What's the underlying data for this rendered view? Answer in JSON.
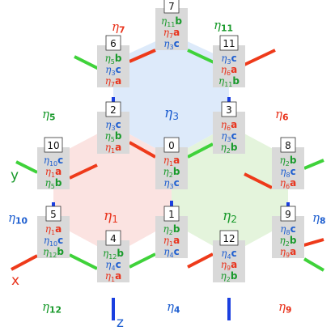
{
  "colors": {
    "red": "#e8331c",
    "green": "#1a9a2c",
    "blue": "#1f5fd0",
    "edge_red": "#ee3a1a",
    "edge_green": "#3fd23a",
    "edge_blue": "#1a3fe0",
    "cell_blue": "#ddeafa",
    "cell_red": "#fbe3e1",
    "cell_green": "#e4f4dc",
    "node_bg": "#d9d9d9",
    "box_border": "#333333"
  },
  "axes": {
    "x": "x",
    "y": "y",
    "z": "z"
  },
  "plaquettes": {
    "center": [
      {
        "id": "eta1",
        "sym": "η",
        "sub": "1",
        "color": "red"
      },
      {
        "id": "eta2",
        "sym": "η",
        "sub": "2",
        "color": "green"
      },
      {
        "id": "eta3",
        "sym": "η",
        "sub": "3",
        "color": "blue"
      }
    ],
    "outer": [
      {
        "id": "eta4",
        "sym": "η",
        "sub": "4",
        "color": "blue"
      },
      {
        "id": "eta5",
        "sym": "η",
        "sub": "5",
        "color": "green"
      },
      {
        "id": "eta6",
        "sym": "η",
        "sub": "6",
        "color": "red"
      },
      {
        "id": "eta7",
        "sym": "η",
        "sub": "7",
        "color": "red"
      },
      {
        "id": "eta8",
        "sym": "η",
        "sub": "8",
        "color": "blue"
      },
      {
        "id": "eta9",
        "sym": "η",
        "sub": "9",
        "color": "red"
      },
      {
        "id": "eta10",
        "sym": "η",
        "sub": "10",
        "color": "blue"
      },
      {
        "id": "eta11",
        "sym": "η",
        "sub": "11",
        "color": "green"
      },
      {
        "id": "eta12",
        "sym": "η",
        "sub": "12",
        "color": "green"
      }
    ]
  },
  "nodes": [
    {
      "num": "0",
      "rows": [
        {
          "sub": "1",
          "letter": "a",
          "color": "red"
        },
        {
          "sub": "2",
          "letter": "b",
          "color": "green"
        },
        {
          "sub": "3",
          "letter": "c",
          "color": "blue"
        }
      ]
    },
    {
      "num": "1",
      "rows": [
        {
          "sub": "2",
          "letter": "b",
          "color": "green"
        },
        {
          "sub": "1",
          "letter": "a",
          "color": "red"
        },
        {
          "sub": "4",
          "letter": "c",
          "color": "blue"
        }
      ]
    },
    {
      "num": "2",
      "rows": [
        {
          "sub": "3",
          "letter": "c",
          "color": "blue"
        },
        {
          "sub": "5",
          "letter": "b",
          "color": "green"
        },
        {
          "sub": "1",
          "letter": "a",
          "color": "red"
        }
      ]
    },
    {
      "num": "3",
      "rows": [
        {
          "sub": "6",
          "letter": "a",
          "color": "red"
        },
        {
          "sub": "3",
          "letter": "c",
          "color": "blue"
        },
        {
          "sub": "2",
          "letter": "b",
          "color": "green"
        }
      ]
    },
    {
      "num": "4",
      "rows": [
        {
          "sub": "12",
          "letter": "b",
          "color": "green"
        },
        {
          "sub": "4",
          "letter": "c",
          "color": "blue"
        },
        {
          "sub": "1",
          "letter": "a",
          "color": "red"
        }
      ]
    },
    {
      "num": "5",
      "rows": [
        {
          "sub": "1",
          "letter": "a",
          "color": "red"
        },
        {
          "sub": "10",
          "letter": "c",
          "color": "blue"
        },
        {
          "sub": "12",
          "letter": "b",
          "color": "green"
        }
      ]
    },
    {
      "num": "6",
      "rows": [
        {
          "sub": "5",
          "letter": "b",
          "color": "green"
        },
        {
          "sub": "3",
          "letter": "c",
          "color": "blue"
        },
        {
          "sub": "7",
          "letter": "a",
          "color": "red"
        }
      ]
    },
    {
      "num": "7",
      "rows": [
        {
          "sub": "11",
          "letter": "b",
          "color": "green"
        },
        {
          "sub": "7",
          "letter": "a",
          "color": "red"
        },
        {
          "sub": "3",
          "letter": "c",
          "color": "blue"
        }
      ]
    },
    {
      "num": "8",
      "rows": [
        {
          "sub": "2",
          "letter": "b",
          "color": "green"
        },
        {
          "sub": "8",
          "letter": "c",
          "color": "blue"
        },
        {
          "sub": "6",
          "letter": "a",
          "color": "red"
        }
      ]
    },
    {
      "num": "9",
      "rows": [
        {
          "sub": "8",
          "letter": "c",
          "color": "blue"
        },
        {
          "sub": "2",
          "letter": "b",
          "color": "green"
        },
        {
          "sub": "9",
          "letter": "a",
          "color": "red"
        }
      ]
    },
    {
      "num": "10",
      "rows": [
        {
          "sub": "10",
          "letter": "c",
          "color": "blue"
        },
        {
          "sub": "1",
          "letter": "a",
          "color": "red"
        },
        {
          "sub": "5",
          "letter": "b",
          "color": "green"
        }
      ]
    },
    {
      "num": "11",
      "rows": [
        {
          "sub": "3",
          "letter": "c",
          "color": "blue"
        },
        {
          "sub": "6",
          "letter": "a",
          "color": "red"
        },
        {
          "sub": "11",
          "letter": "b",
          "color": "green"
        }
      ]
    },
    {
      "num": "12",
      "rows": [
        {
          "sub": "4",
          "letter": "c",
          "color": "blue"
        },
        {
          "sub": "9",
          "letter": "a",
          "color": "red"
        },
        {
          "sub": "2",
          "letter": "b",
          "color": "green"
        }
      ]
    }
  ]
}
